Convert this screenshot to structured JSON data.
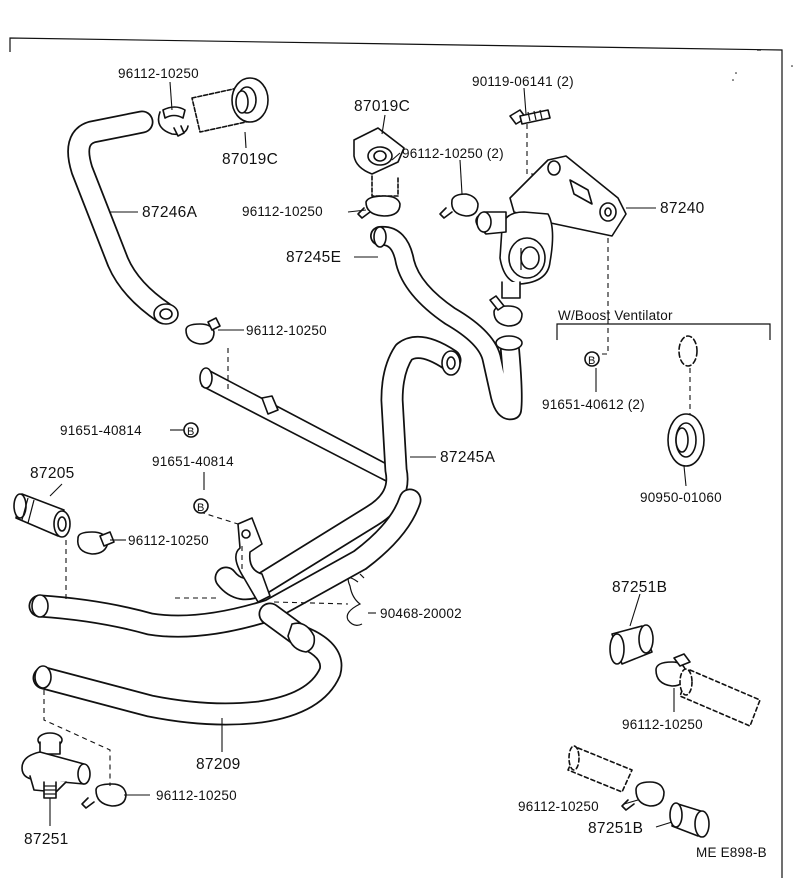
{
  "diagram_id": "ME E898-B",
  "group_label": "W/Boost Ventilator",
  "labels": {
    "clamp_top": "96112-10250",
    "grommet_top": "87019C",
    "grommet_mid": "87019C",
    "bolt": "90119-06141 (2)",
    "clamp_mid_2": "96112-10250 (2)",
    "hose_a": "87246A",
    "clamp_left": "96112-10250",
    "valve": "87240",
    "hose_e": "87245E",
    "clamp_center": "96112-10250",
    "clip_b_right": "91651-40612 (2)",
    "clip_b_left": "91651-40814",
    "clip_b_center": "91651-40814",
    "hose_245a": "87245A",
    "pipe_205": "87205",
    "clamp_205": "96112-10250",
    "clip_90468": "90468-20002",
    "grommet_90950": "90950-01060",
    "cap_top": "87251B",
    "clamp_right": "96112-10250",
    "hose_209": "87209",
    "clamp_bottom": "96112-10250",
    "cock": "87251",
    "clamp_bottom_right": "96112-10250",
    "cap_bottom": "87251B",
    "clip_marker": "B"
  }
}
